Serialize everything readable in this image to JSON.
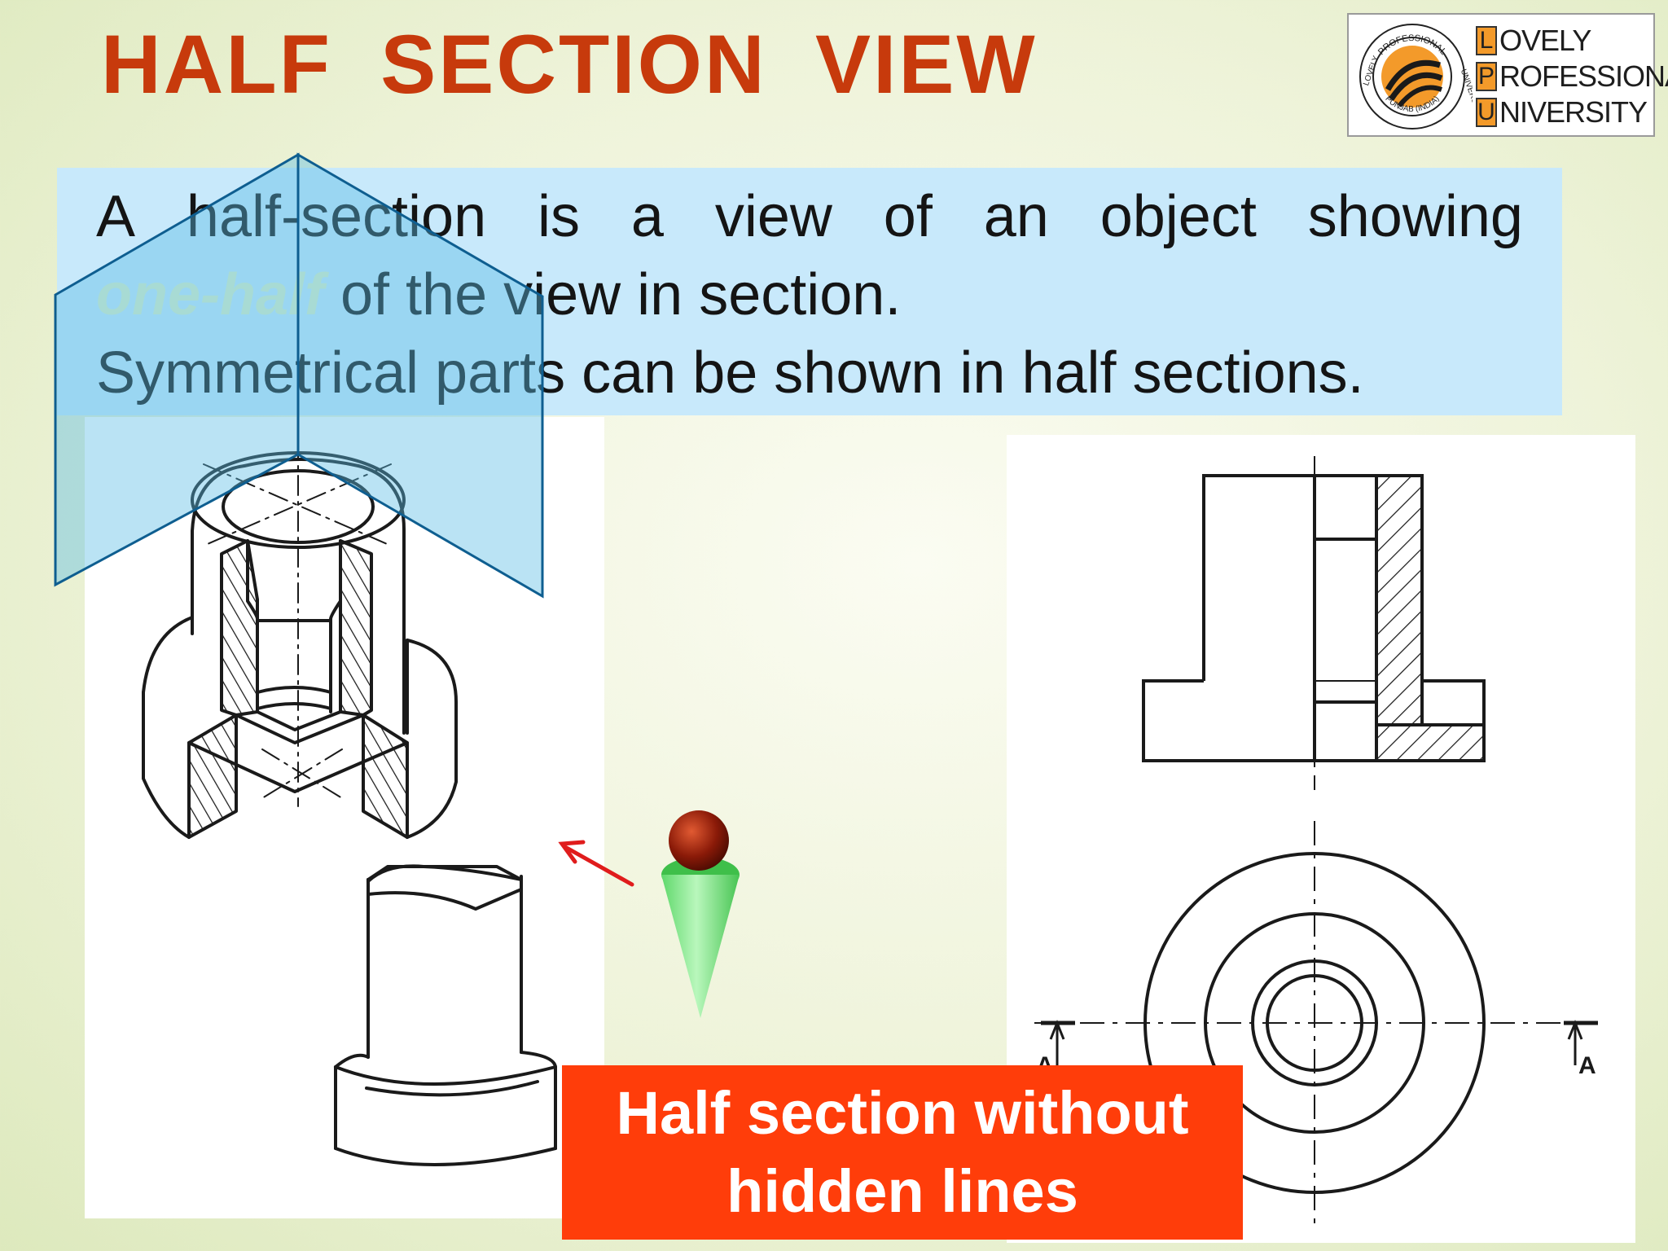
{
  "slide": {
    "title": "HALF  SECTION  VIEW",
    "definition": {
      "line1_words": [
        "A",
        "half-section",
        "is",
        "a",
        "view",
        "of",
        "an",
        "object",
        "showing"
      ],
      "line2_highlight": "one-half",
      "line2_rest": " of the view in section.",
      "line3": "Symmetrical parts can be shown in half sections."
    },
    "caption": "Half section without hidden lines"
  },
  "logo": {
    "seal_top": "PROFESSIONAL",
    "seal_left": "LOVELY",
    "seal_right": "UNIVERSITY",
    "seal_bottom": "PUNJAB (INDIA)",
    "rows": [
      {
        "letter": "L",
        "rest": "OVELY"
      },
      {
        "letter": "P",
        "rest": "ROFESSIONAL"
      },
      {
        "letter": "U",
        "rest": "NIVERSITY"
      }
    ],
    "accent": "#f39a2a"
  },
  "ortho": {
    "section_label_left": "A",
    "section_label_right": "A"
  },
  "colors": {
    "title": "#c73a0c",
    "caption_bg": "#ff3d0a",
    "definition_bg": "#c8e9fb",
    "cutting_plane": "#5bbde5",
    "viewer_head": "#8a1a08",
    "viewer_cone": "#7ce883",
    "arrow": "#e01c1c"
  },
  "icons": [
    "lpu-seal-icon",
    "viewer-eye-icon",
    "view-direction-arrow-icon"
  ]
}
